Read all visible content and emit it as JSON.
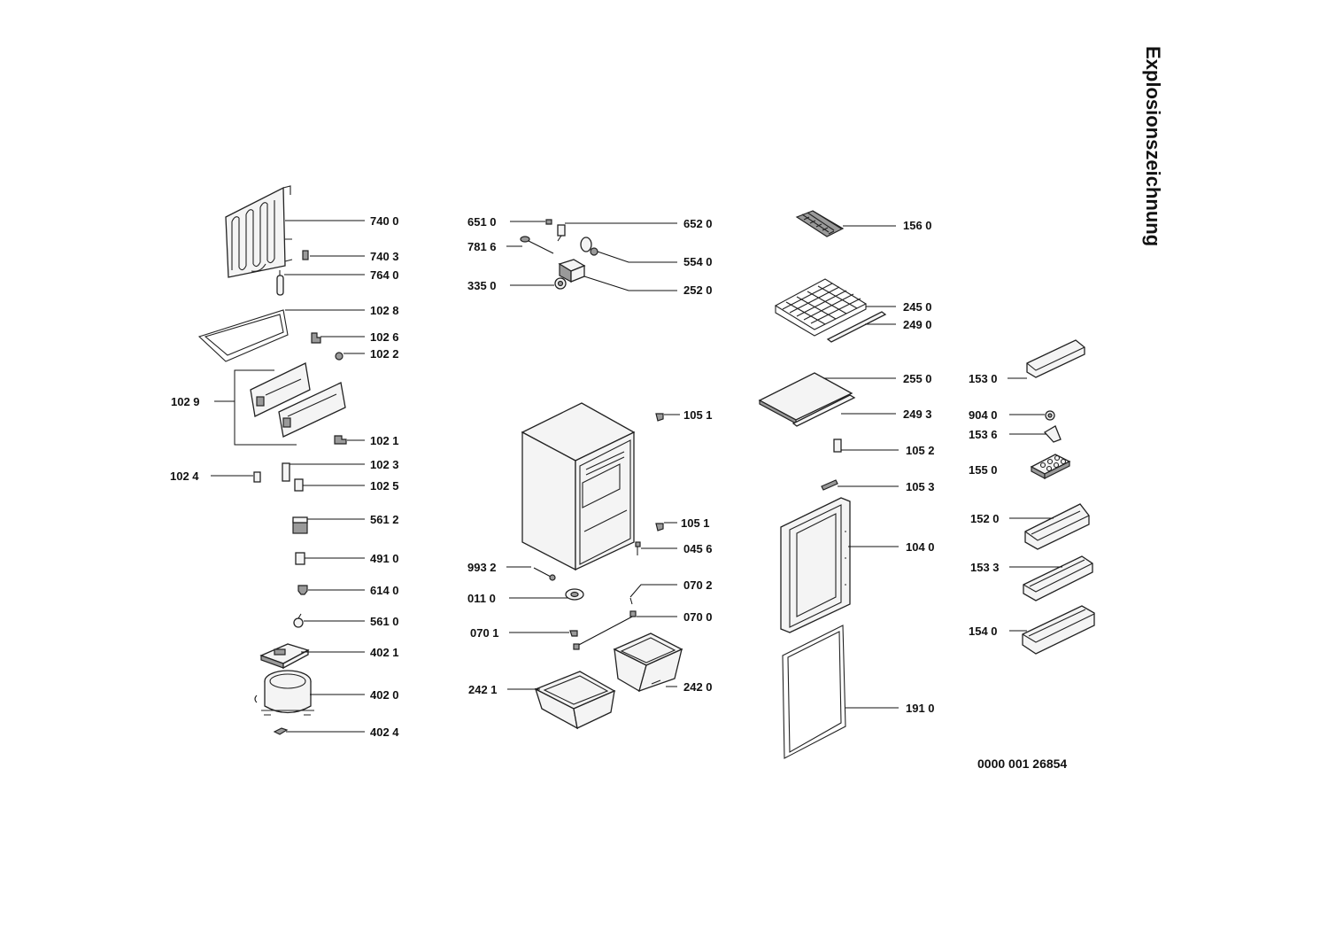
{
  "title": "Explosionszeichnung",
  "drawing_number": "0000 001 26854",
  "parts": {
    "p7400": "740 0",
    "p7403": "740 3",
    "p7640": "764 0",
    "p1028": "102 8",
    "p1026": "102 6",
    "p1022": "102 2",
    "p1029": "102 9",
    "p1021": "102 1",
    "p1023": "102 3",
    "p1024": "102 4",
    "p1025": "102 5",
    "p5612": "561 2",
    "p4910": "491 0",
    "p6140": "614 0",
    "p5610": "561 0",
    "p4021": "402 1",
    "p4020": "402 0",
    "p4024": "402 4",
    "p6510": "651 0",
    "p6520": "652 0",
    "p7816": "781 6",
    "p5540": "554 0",
    "p3350": "335 0",
    "p2520": "252 0",
    "p1051a": "105 1",
    "p1051b": "105 1",
    "p0456": "045 6",
    "p9932": "993 2",
    "p0702": "070 2",
    "p0110": "011 0",
    "p0700": "070 0",
    "p0701": "070 1",
    "p2421": "242 1",
    "p2420": "242 0",
    "p1560": "156 0",
    "p2450": "245 0",
    "p2490": "249 0",
    "p2550": "255 0",
    "p2493": "249 3",
    "p1052": "105 2",
    "p1053": "105 3",
    "p1040": "104 0",
    "p1910": "191 0",
    "p1530": "153 0",
    "p9040": "904 0",
    "p1536": "153 6",
    "p1550": "155 0",
    "p1520": "152 0",
    "p1533": "153 3",
    "p1540": "154 0"
  }
}
